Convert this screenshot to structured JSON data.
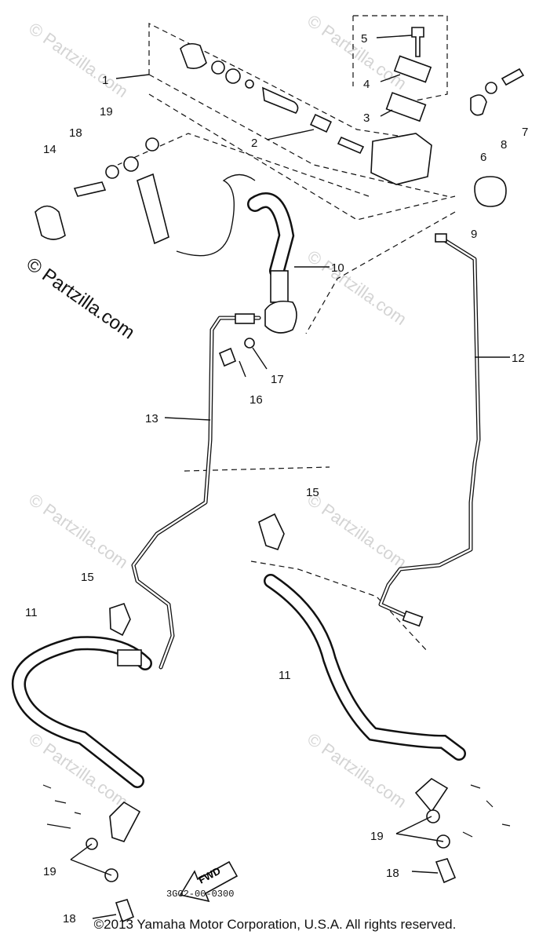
{
  "watermark": {
    "repeat_text": "© Partzilla.com",
    "side_text": "© Partzilla.com"
  },
  "callouts": {
    "c1": "1",
    "c2": "2",
    "c3": "3",
    "c4": "4",
    "c5": "5",
    "c6": "6",
    "c7": "7",
    "c8": "8",
    "c9": "9",
    "c10": "10",
    "c11a": "11",
    "c11b": "11",
    "c12": "12",
    "c13": "13",
    "c14": "14",
    "c15a": "15",
    "c15b": "15",
    "c16": "16",
    "c17": "17",
    "c18a": "18",
    "c18b": "18",
    "c18c": "18",
    "c19a": "19",
    "c19b": "19",
    "c19c": "19"
  },
  "fwd_label": "FWD",
  "diagram_code": "3GG2-00-0300",
  "copyright": "©2013 Yamaha Motor Corporation, U.S.A. All rights reserved."
}
